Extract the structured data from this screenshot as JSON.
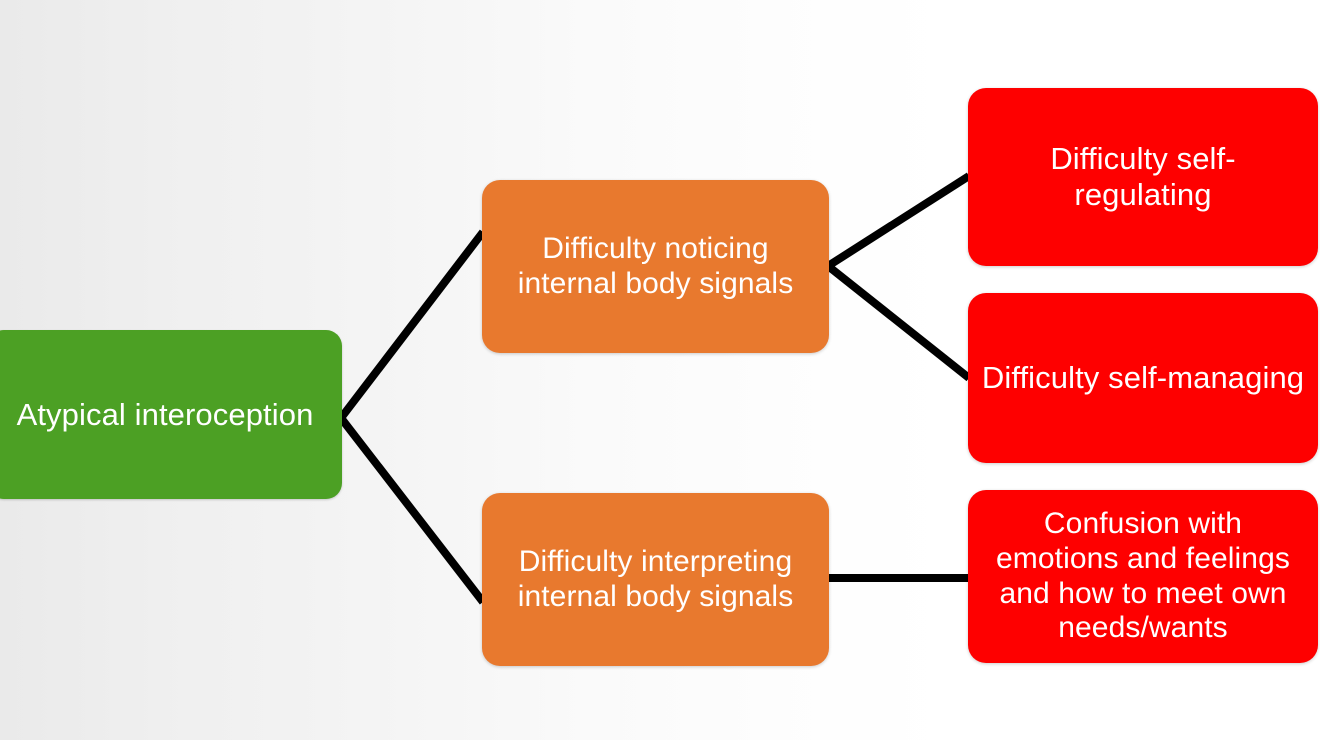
{
  "diagram": {
    "title": "Atypical interoception consequences flowchart",
    "background": {
      "gradient_from": "#eaeaea",
      "gradient_to": "#ffffff"
    },
    "colors": {
      "root": "#4ca024",
      "middle": "#e8792e",
      "leaf": "#fe0000",
      "connector": "#000000",
      "text": "#ffffff"
    },
    "nodes": {
      "root": {
        "label": "Atypical interoception",
        "color": "#4ca024"
      },
      "middle": [
        {
          "label": "Difficulty noticing\ninternal body signals",
          "color": "#e8792e"
        },
        {
          "label": "Difficulty interpreting\ninternal body signals",
          "color": "#e8792e"
        }
      ],
      "leaves": [
        {
          "label": "Difficulty self-\nregulating",
          "color": "#fe0000"
        },
        {
          "label": "Difficulty self-managing",
          "color": "#fe0000"
        },
        {
          "label": "Confusion with\nemotions and feelings\nand how to meet own\nneeds/wants",
          "color": "#fe0000"
        }
      ]
    },
    "connectors": [
      {
        "from": "root",
        "to": "middle-1",
        "style": "diagonal-up"
      },
      {
        "from": "root",
        "to": "middle-2",
        "style": "diagonal-down"
      },
      {
        "from": "middle-1",
        "to": "leaf-1",
        "style": "diagonal-up"
      },
      {
        "from": "middle-1",
        "to": "leaf-2",
        "style": "diagonal-down"
      },
      {
        "from": "middle-2",
        "to": "leaf-3",
        "style": "horizontal"
      }
    ]
  }
}
